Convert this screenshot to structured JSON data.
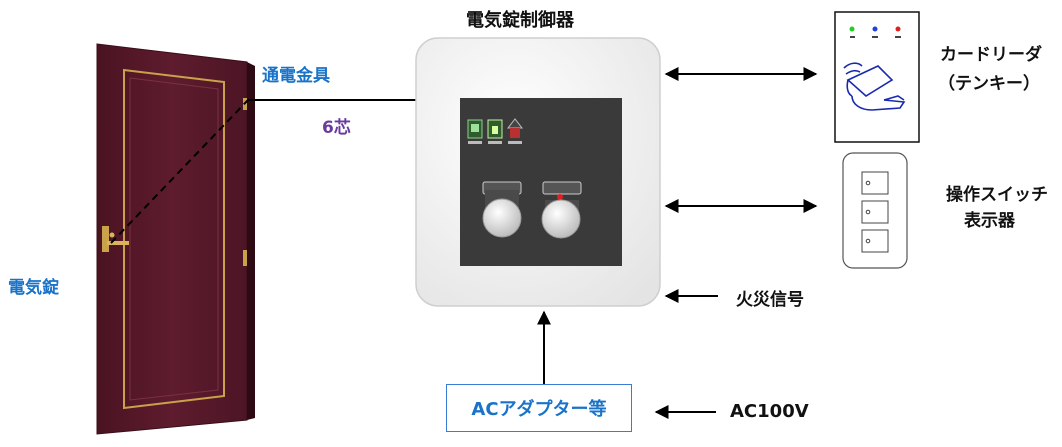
{
  "labels": {
    "controller": "電気錠制御器",
    "fitting": "通電金具",
    "cores": "6芯",
    "lock": "電気錠",
    "card_reader_line1": "カードリーダ",
    "card_reader_line2": "（テンキー）",
    "switch_line1": "操作スイッチ",
    "switch_line2": "表示器",
    "fire": "火災信号",
    "adapter": "ACアダプター等",
    "ac": "AC100V"
  },
  "colors": {
    "door": "#5a1a2a",
    "door_trim": "#c9a24a",
    "label_blue": "#1a73c8",
    "label_purple": "#6a3a9c",
    "panel_dark": "#3a3a3a"
  }
}
